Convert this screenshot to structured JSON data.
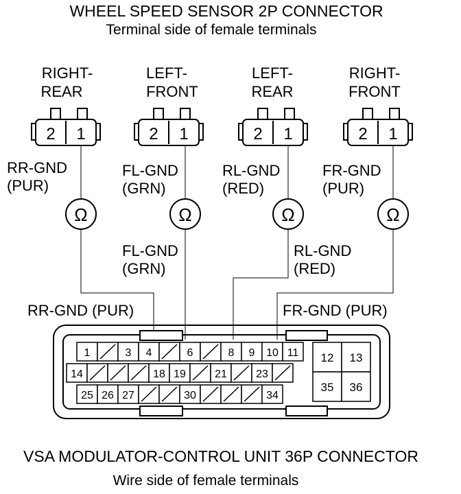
{
  "header": {
    "title": "WHEEL SPEED SENSOR 2P CONNECTOR",
    "subtitle": "Terminal side of female terminals"
  },
  "sensors": [
    {
      "line1": "RIGHT-",
      "line2": "REAR",
      "pin2": "2",
      "pin1": "1",
      "wire": "RR-GND",
      "color": "(PUR)"
    },
    {
      "line1": "LEFT-",
      "line2": "FRONT",
      "pin2": "2",
      "pin1": "1",
      "wire": "FL-GND",
      "color": "(GRN)"
    },
    {
      "line1": "LEFT-",
      "line2": "REAR",
      "pin2": "2",
      "pin1": "1",
      "wire": "RL-GND",
      "color": "(RED)"
    },
    {
      "line1": "RIGHT-",
      "line2": "FRONT",
      "pin2": "2",
      "pin1": "1",
      "wire": "FR-GND",
      "color": "(PUR)"
    }
  ],
  "meter_symbol": "Ω",
  "lower_labels": {
    "fl_wire": "FL-GND",
    "fl_color": "(GRN)",
    "rl_wire": "RL-GND",
    "rl_color": "(RED)",
    "rr": "RR-GND (PUR)",
    "fr": "FR-GND (PUR)"
  },
  "connector36": {
    "row1": [
      "1",
      "",
      "3",
      "4",
      "",
      "6",
      "",
      "8",
      "9",
      "10",
      "11"
    ],
    "row2": [
      "14",
      "",
      "",
      "",
      "18",
      "19",
      "",
      "21",
      "",
      "23",
      ""
    ],
    "row3": [
      "25",
      "26",
      "27",
      "",
      "",
      "30",
      "",
      "",
      "",
      "34"
    ],
    "large": [
      "12",
      "13",
      "35",
      "36"
    ]
  },
  "footer": {
    "title": "VSA MODULATOR-CONTROL UNIT 36P CONNECTOR",
    "subtitle": "Wire side of female terminals"
  }
}
